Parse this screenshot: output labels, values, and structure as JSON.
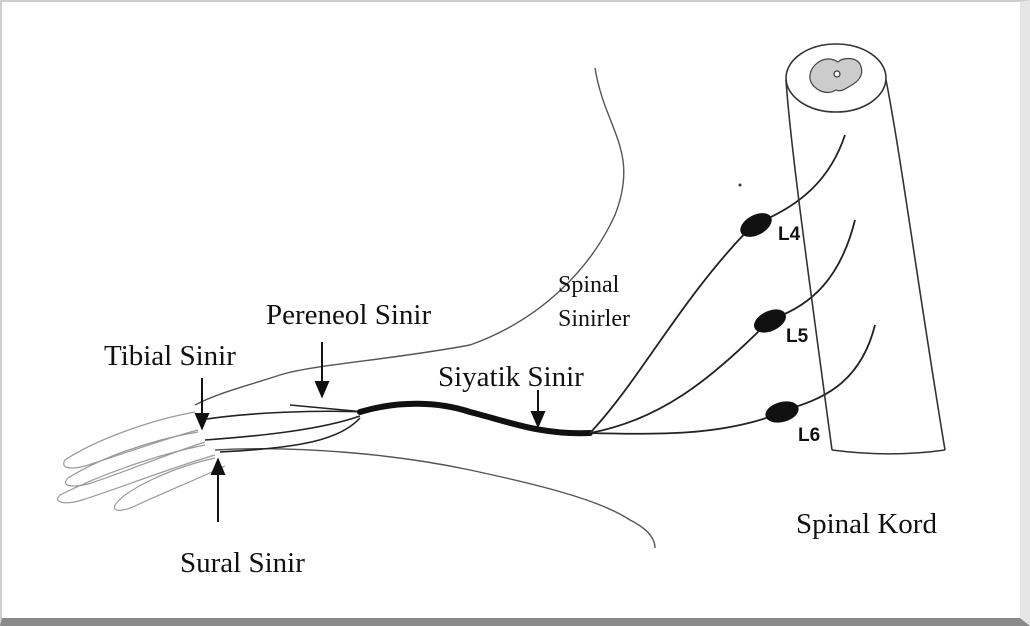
{
  "labels": {
    "tibial": "Tibial Sinir",
    "pereneol": "Pereneol Sinir",
    "spinal_sinirler_line1": "Spinal",
    "spinal_sinirler_line2": "Sinirler",
    "siyatik": "Siyatik Sinir",
    "sural": "Sural Sinir",
    "spinal_kord": "Spinal Kord",
    "l4": "L4",
    "l5": "L5",
    "l6": "L6"
  },
  "colors": {
    "line": "#222222",
    "leg_outline": "#555555",
    "foot_outline": "#999999",
    "cord_gray_matter": "#cccccc"
  }
}
